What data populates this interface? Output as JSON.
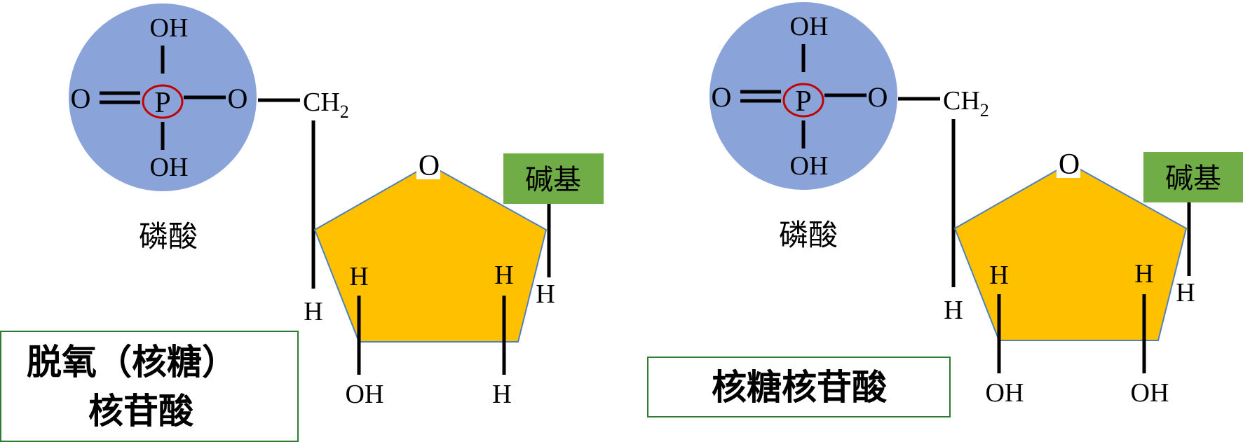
{
  "colors": {
    "phosphate_fill": "#8aa4d9",
    "sugar_fill": "#ffc000",
    "base_fill": "#70ad47",
    "p_circle": "#c00000",
    "name_box_border": "#2e7d32"
  },
  "left": {
    "phosphate": {
      "o_top": "OH",
      "o_bottom": "OH",
      "o_left": "O",
      "p": "P",
      "o_right": "O",
      "label": "磷酸"
    },
    "ch2_main": "CH",
    "ch2_sub": "2",
    "ring_o": "O",
    "base_label": "碱基",
    "h_c4": "H",
    "h_c1": "H",
    "h_c3_top": "H",
    "h_c2_top": "H",
    "c3_bottom": "OH",
    "c2_bottom": "H",
    "name_line1": "脱氧（核糖）",
    "name_line2": "核苷酸"
  },
  "right": {
    "phosphate": {
      "o_top": "OH",
      "o_bottom": "OH",
      "o_left": "O",
      "p": "P",
      "o_right": "O",
      "label": "磷酸"
    },
    "ch2_main": "CH",
    "ch2_sub": "2",
    "ring_o": "O",
    "base_label": "碱基",
    "h_c4": "H",
    "h_c1": "H",
    "h_c3_top": "H",
    "h_c2_top": "H",
    "c3_bottom": "OH",
    "c2_bottom": "OH",
    "name_line1": "核糖核苷酸"
  }
}
